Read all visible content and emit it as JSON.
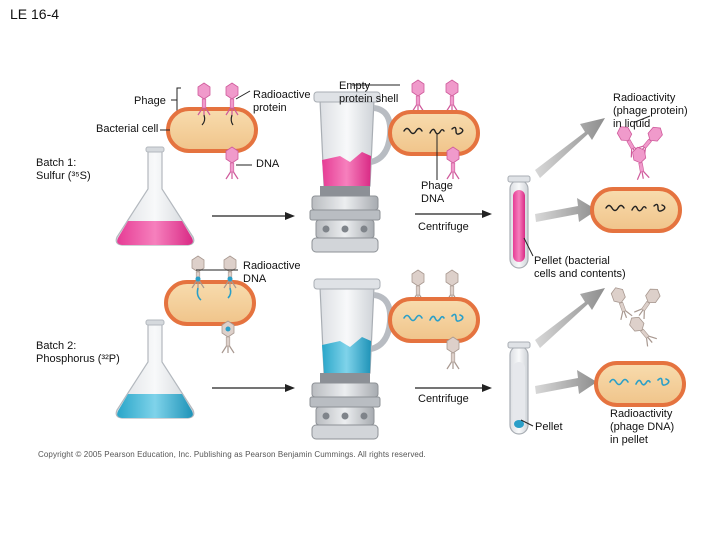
{
  "slide_title": "LE 16-4",
  "labels": {
    "phage": "Phage",
    "radioactive_protein": "Radioactive\nprotein",
    "bacterial_cell": "Bacterial cell",
    "dna": "DNA",
    "batch1": "Batch 1:\nSulfur (³⁵S)",
    "empty_shell": "Empty\nprotein shell",
    "radioactivity_liquid": "Radioactivity\n(phage protein)\nin liquid",
    "phage_dna": "Phage\nDNA",
    "centrifuge_1": "Centrifuge",
    "pellet_bacterial": "Pellet (bacterial\ncells and contents)",
    "radioactive_dna": "Radioactive\nDNA",
    "batch2": "Batch 2:\nPhosphorus (³²P)",
    "centrifuge_2": "Centrifuge",
    "pellet": "Pellet",
    "radioactivity_pellet": "Radioactivity\n(phage DNA)\nin pellet"
  },
  "copyright": "Copyright © 2005 Pearson Education, Inc. Publishing as Pearson Benjamin Cummings. All rights reserved.",
  "colors": {
    "sulfur_label": "#e8358f",
    "phosphorus_label": "#2fa9cc",
    "cell_fill": "#f6d3a0",
    "cell_wall": "#e5733f",
    "phage_normal": "#d9c9c2"
  }
}
